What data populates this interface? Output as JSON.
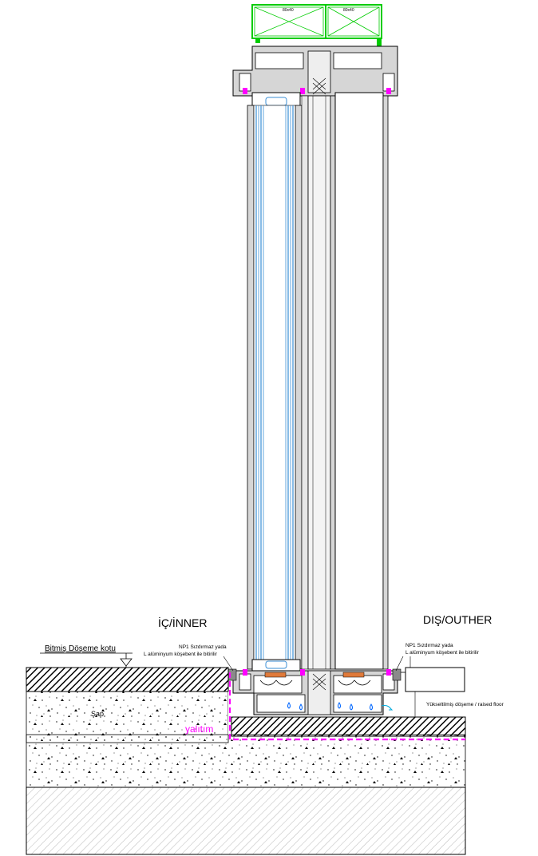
{
  "labels": {
    "inner": "İÇ/İNNER",
    "outer": "DIŞ/OUTHER",
    "finished_floor": "Bitmiş Döşeme kotu",
    "seal_left_line1": "NP1 Sızdırmaz yada",
    "seal_left_line2": "L alüminyum köşebent ile bitirilir",
    "seal_right_line1": "NP1 Sızdırmaz yada",
    "seal_right_line2": "L alüminyum köşebent ile bitirilir",
    "screed": "Şap",
    "insulation": "yalıtım",
    "raised_floor": "Yükseltilmiş döşeme / raised floor",
    "top_box_left": "80x40",
    "top_box_right": "80x40"
  },
  "colors": {
    "steel_green": "#00cc00",
    "glass_blue": "#3b8fd6",
    "gasket_magenta": "#ff00ff",
    "insulation_magenta": "#ff00ff",
    "profile_gray": "#cfcfcf",
    "drain_blue": "#0066ff",
    "drip_cyan": "#00aadd",
    "orange_block": "#e07a3a"
  }
}
